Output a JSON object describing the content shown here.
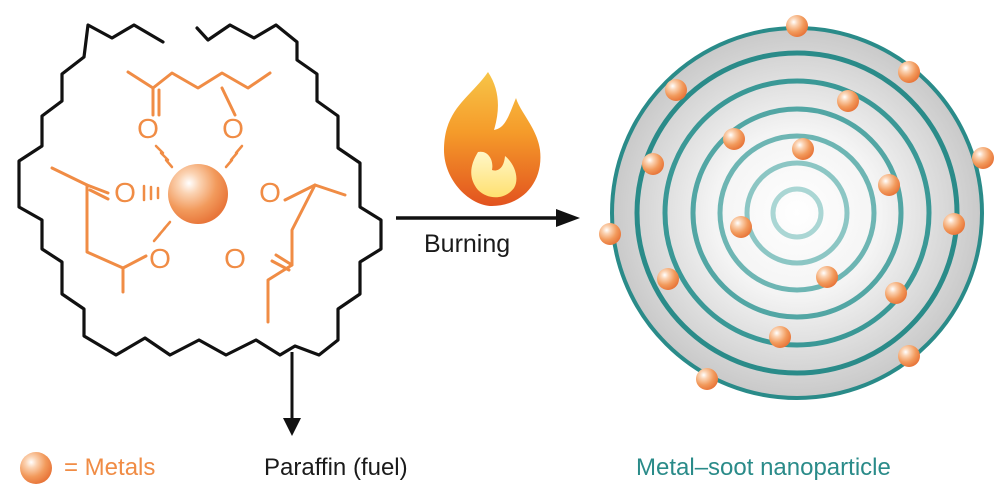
{
  "labels": {
    "burning": "Burning",
    "paraffin": "Paraffin (fuel)",
    "nanoparticle": "Metal–soot nanoparticle",
    "legend": "= Metals"
  },
  "atoms": {
    "oxygen": "O"
  },
  "icons": {
    "flame": "flame-icon",
    "metal": "metal-sphere-icon"
  },
  "colors": {
    "metal": "#f08c45",
    "molecule": "#f08c45",
    "paraffin_chain": "#111111",
    "soot_ring": "#2a8b89",
    "caption_soot": "#2a8b89"
  }
}
